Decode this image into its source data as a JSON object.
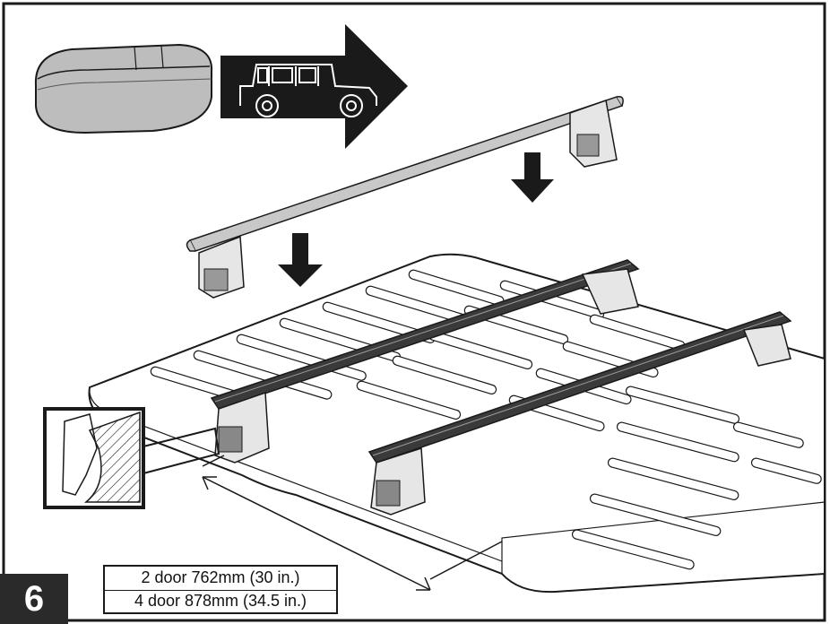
{
  "step_number": "6",
  "measurements": [
    "2 door 762mm (30 in.)",
    "4 door 878mm (34.5 in.)"
  ],
  "icons": [
    "cargo-box-icon",
    "arrow-right-icon",
    "vehicle-icon",
    "arrow-down-icon"
  ],
  "colors": {
    "ink": "#1a1a1a",
    "roof_fill": "#ffffff",
    "bar_fill": "#3a3a3a",
    "bar_ghost": "#c8c8c8",
    "box_fill": "#bdbdbd",
    "step_bg": "#2a2a2a"
  }
}
